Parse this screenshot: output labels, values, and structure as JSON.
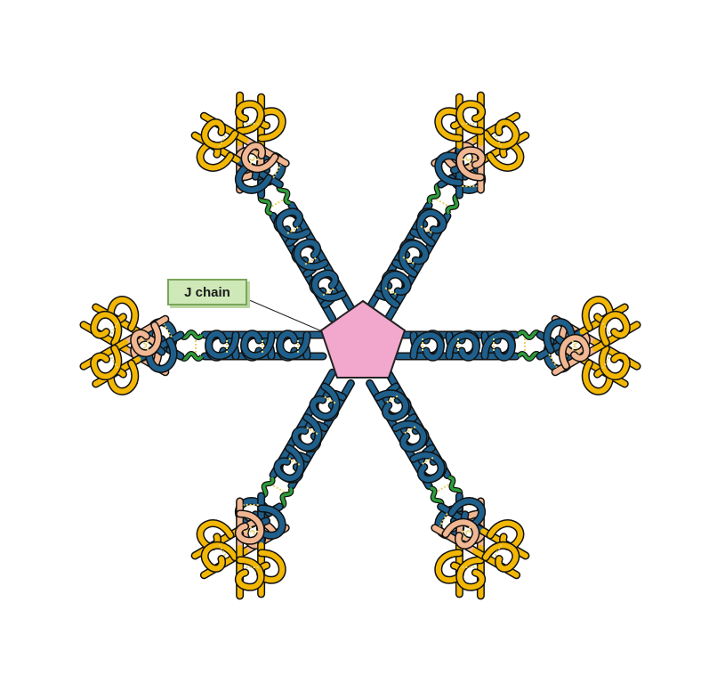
{
  "labels": {
    "j_chain": "J chain"
  },
  "colors": {
    "heavy_chain_constant": "#1f5f8b",
    "heavy_chain_variable": "#f2b705",
    "light_chain_constant": "#f1b792",
    "light_chain_variable": "#f2b705",
    "hinge": "#2e9c3a",
    "disulfide": "#e8d36a",
    "j_chain_fill": "#f2a8cc",
    "outline": "#111111"
  },
  "structure": {
    "type": "pentameric-like immunoglobulin (hexameric arrangement)",
    "arms": 6,
    "center": "j-chain"
  }
}
